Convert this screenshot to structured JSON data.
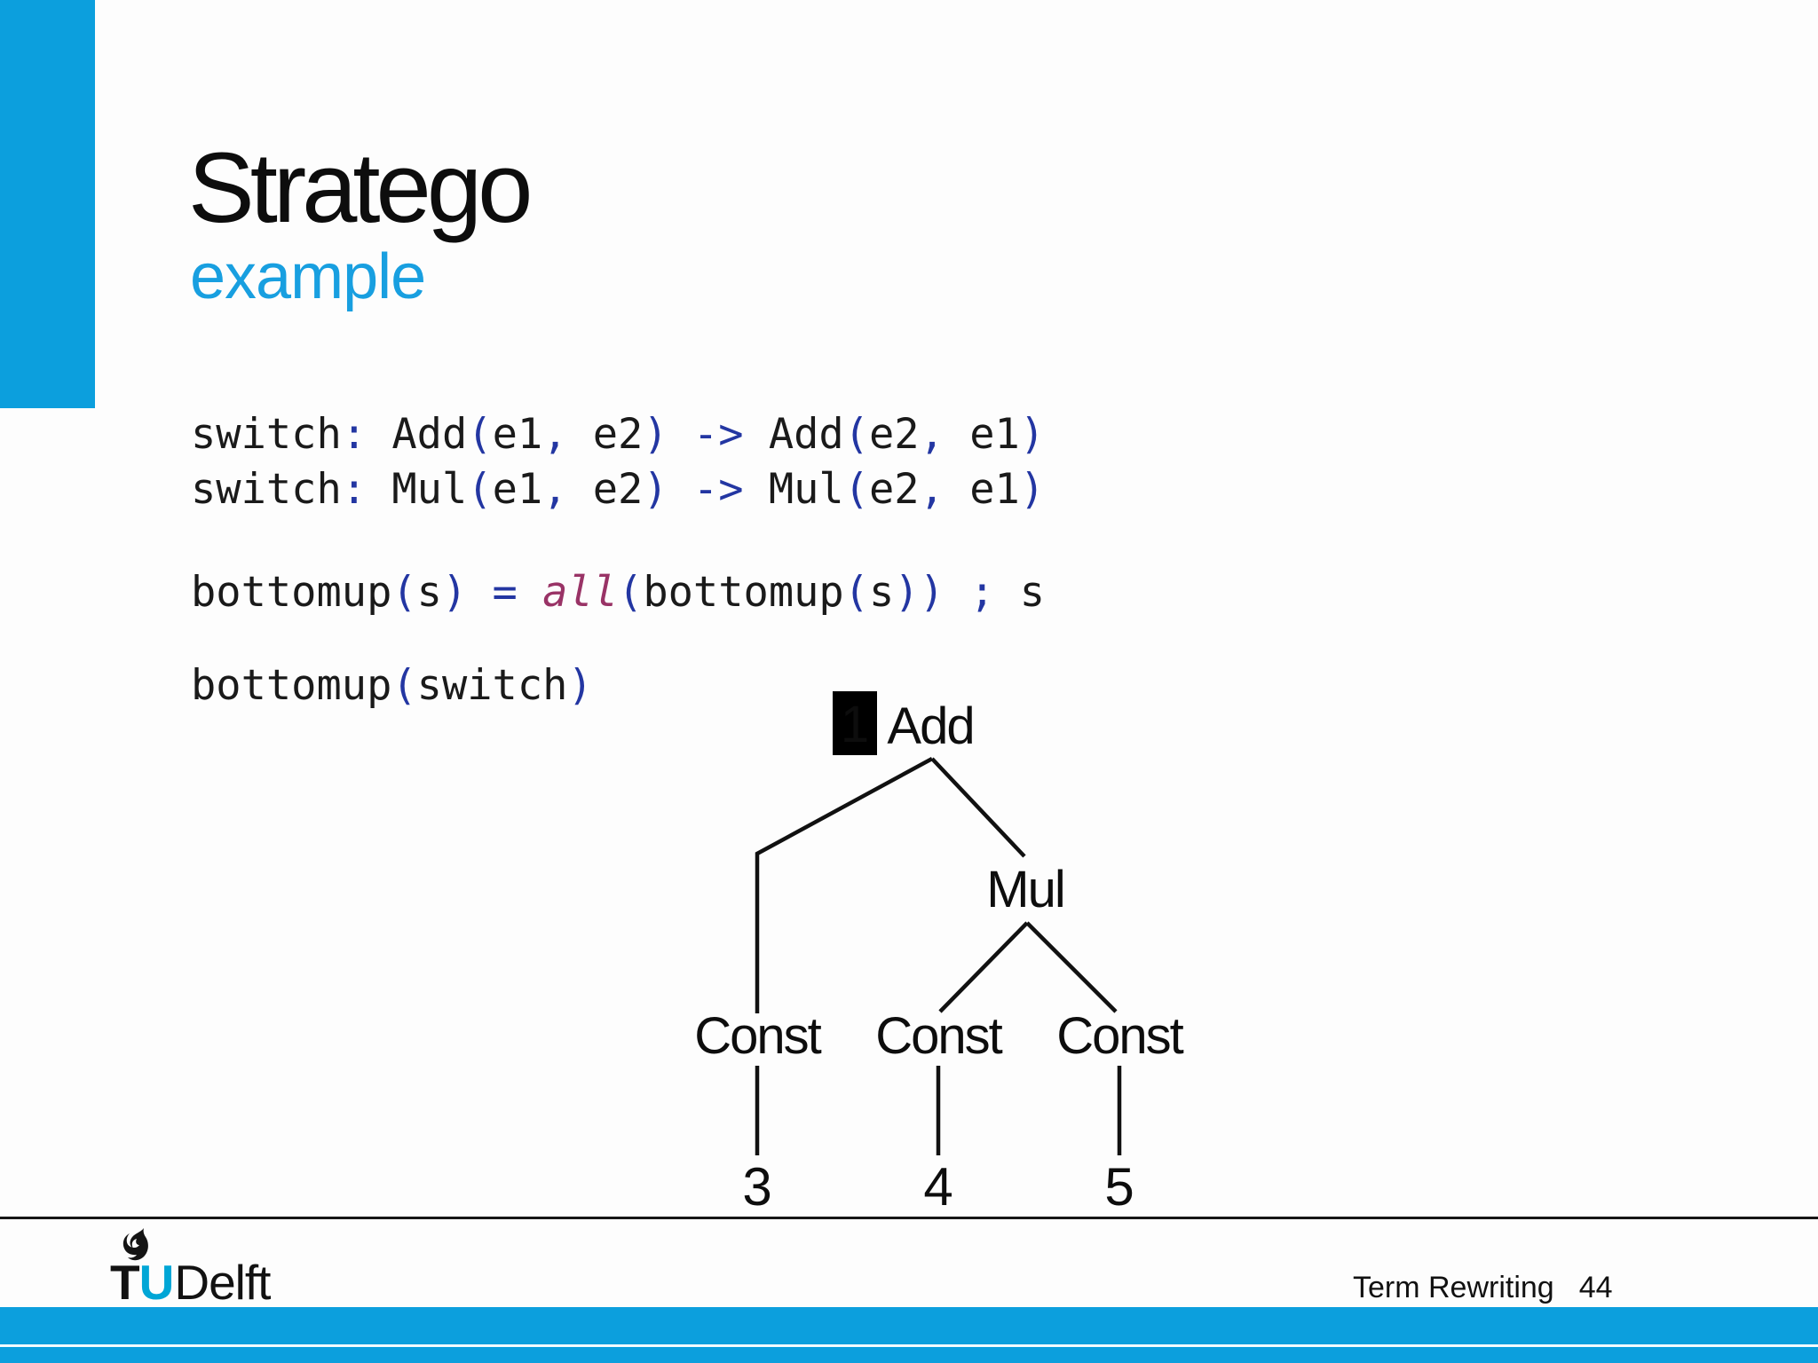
{
  "slide": {
    "title": "Stratego",
    "subtitle": "example"
  },
  "code": {
    "lines": [
      {
        "tokens": [
          {
            "t": "switch",
            "c": "plain"
          },
          {
            "t": ": ",
            "c": "punct"
          },
          {
            "t": "Add",
            "c": "plain"
          },
          {
            "t": "(",
            "c": "punct"
          },
          {
            "t": "e1",
            "c": "plain"
          },
          {
            "t": ", ",
            "c": "punct"
          },
          {
            "t": "e2",
            "c": "plain"
          },
          {
            "t": ")",
            "c": "punct"
          },
          {
            "t": " -> ",
            "c": "punct"
          },
          {
            "t": "Add",
            "c": "plain"
          },
          {
            "t": "(",
            "c": "punct"
          },
          {
            "t": "e2",
            "c": "plain"
          },
          {
            "t": ", ",
            "c": "punct"
          },
          {
            "t": "e1",
            "c": "plain"
          },
          {
            "t": ")",
            "c": "punct"
          }
        ]
      },
      {
        "tokens": [
          {
            "t": "switch",
            "c": "plain"
          },
          {
            "t": ": ",
            "c": "punct"
          },
          {
            "t": "Mul",
            "c": "plain"
          },
          {
            "t": "(",
            "c": "punct"
          },
          {
            "t": "e1",
            "c": "plain"
          },
          {
            "t": ", ",
            "c": "punct"
          },
          {
            "t": "e2",
            "c": "plain"
          },
          {
            "t": ")",
            "c": "punct"
          },
          {
            "t": " -> ",
            "c": "punct"
          },
          {
            "t": "Mul",
            "c": "plain"
          },
          {
            "t": "(",
            "c": "punct"
          },
          {
            "t": "e2",
            "c": "plain"
          },
          {
            "t": ", ",
            "c": "punct"
          },
          {
            "t": "e1",
            "c": "plain"
          },
          {
            "t": ")",
            "c": "punct"
          }
        ]
      },
      {
        "tokens": [
          {
            "t": "bottomup",
            "c": "plain"
          },
          {
            "t": "(",
            "c": "punct"
          },
          {
            "t": "s",
            "c": "plain"
          },
          {
            "t": ")",
            "c": "punct"
          },
          {
            "t": " = ",
            "c": "punct"
          },
          {
            "t": "all",
            "c": "strategy"
          },
          {
            "t": "(",
            "c": "punct"
          },
          {
            "t": "bottomup",
            "c": "plain"
          },
          {
            "t": "(",
            "c": "punct"
          },
          {
            "t": "s",
            "c": "plain"
          },
          {
            "t": "))",
            "c": "punct"
          },
          {
            "t": " ; ",
            "c": "punct"
          },
          {
            "t": "s",
            "c": "plain"
          }
        ]
      },
      {
        "tokens": [
          {
            "t": "bottomup",
            "c": "plain"
          },
          {
            "t": "(",
            "c": "punct"
          },
          {
            "t": "switch",
            "c": "plain"
          },
          {
            "t": ")",
            "c": "punct"
          }
        ]
      }
    ]
  },
  "tree": {
    "badge": "1",
    "root_label": "Add",
    "mul_label": "Mul",
    "left_const_label": "Const",
    "mid_const_label": "Const",
    "right_const_label": "Const",
    "leaf_left": "3",
    "leaf_mid": "4",
    "leaf_right": "5"
  },
  "footer": {
    "logo_t": "T",
    "logo_u": "U",
    "logo_name": "Delft",
    "course_title": "Term Rewriting",
    "page_number": "44"
  },
  "colors": {
    "accent_blue": "#0c9fdd",
    "logo_blue": "#00a6d6",
    "code_punct_blue": "#2336a2",
    "strategy_purple": "#993366",
    "text_black": "#1a1a1a"
  }
}
